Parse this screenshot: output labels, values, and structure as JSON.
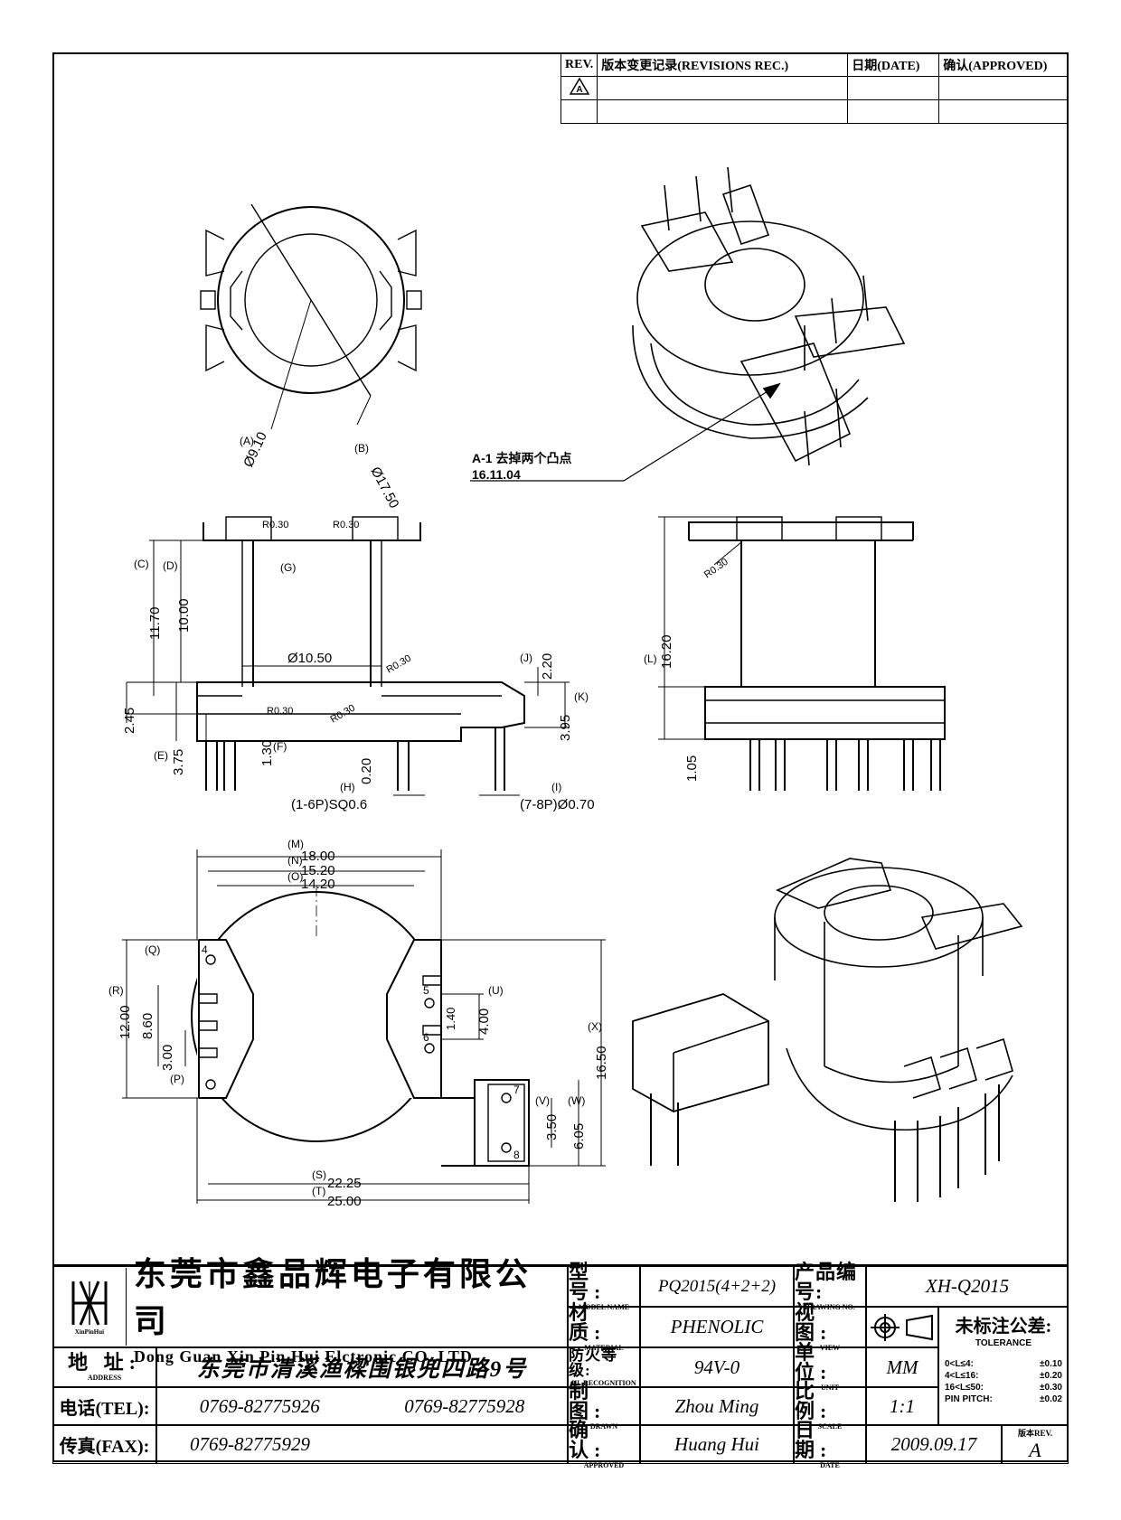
{
  "revisions": {
    "headers": [
      "REV.",
      "版本变更记录(REVISIONS REC.)",
      "日期(DATE)",
      "确认(APPROVED)"
    ],
    "rows": [
      [
        "A",
        "",
        "",
        ""
      ],
      [
        "",
        "",
        "",
        ""
      ]
    ]
  },
  "labels": {
    "dia_A": "(A)",
    "dia_A_val": "Ø9.10",
    "dia_B": "(B)",
    "dia_B_val": "Ø17.50",
    "revision_note_1": "A-1 去掉两个凸点",
    "revision_note_2": "16.11.04",
    "C": "(C)",
    "C_val": "11.70",
    "D": "(D)",
    "D_val": "10.00",
    "G": "(G)",
    "core_dia": "Ø10.50",
    "r030": "R0.30",
    "J": "(J)",
    "J_val": "2.20",
    "K": "(K)",
    "K_val": "3.95",
    "E": "(E)",
    "E_val": "3.75",
    "h245": "2.45",
    "F": "(F)",
    "F_val": "1.30",
    "H": "(H)",
    "H_val": "0.20",
    "pins1": "(1-6P)SQ0.6",
    "I": "(I)",
    "pins2": "(7-8P)Ø0.70",
    "L": "(L)",
    "L_val": "16.20",
    "h105": "1.05",
    "M": "(M)",
    "M_val": "18.00",
    "N": "(N)",
    "N_val": "15.20",
    "O": "(O)",
    "O_val": "14.20",
    "Q": "(Q)",
    "R": "(R)",
    "R_val": "12.00",
    "v860": "8.60",
    "P": "(P)",
    "P_val": "3.00",
    "U": "(U)",
    "U_val": "4.00",
    "v140": "1.40",
    "X": "(X)",
    "X_val": "16.50",
    "V": "(V)",
    "V_val": "3.50",
    "W": "(W)",
    "W_val": "6.05",
    "S": "(S)",
    "S_val": "22.25",
    "T": "(T)",
    "T_val": "25.00",
    "pin4": "4",
    "pin5": "5",
    "pin6": "6",
    "pin7": "7",
    "pin8": "8"
  },
  "titleblock": {
    "logo_text": "XinPinHui",
    "company_zh": "东莞市鑫品辉电子有限公司",
    "company_en": "Dong Guan Xin Pin Hui Elctronic CO.,LTD",
    "address_label_zh": "地 址:",
    "address_label_en": "ADDRESS",
    "address": "东莞市清溪渔樑围银兜四路9号",
    "tel_label": "电话(TEL):",
    "tel1": "0769-82775926",
    "tel2": "0769-82775928",
    "fax_label": "传真(FAX):",
    "fax": "0769-82775929",
    "model_label_zh": "型 号:",
    "model_label_en": "MODEL NAME",
    "model": "PQ2015(4+2+2)",
    "material_label_zh": "材 质:",
    "material_label_en": "MATERIAL",
    "material": "PHENOLIC",
    "flame_label_zh": "防火等级:",
    "flame_label_en": "UL RECOGNITION",
    "flame": "94V-0",
    "drawn_label_zh": "制 图:",
    "drawn_label_en": "DRAWN",
    "drawn": "Zhou Ming",
    "approved_label_zh": "确 认:",
    "approved_label_en": "APPROVED",
    "approved": "Huang Hui",
    "drawing_no_label_zh": "产品编号:",
    "drawing_no_label_en": "DRAWING NO.",
    "drawing_no": "XH-Q2015",
    "view_label_zh": "视 图:",
    "view_label_en": "VIEW",
    "unit_label_zh": "单 位:",
    "unit_label_en": "UNIT",
    "unit": "MM",
    "scale_label_zh": "比 例:",
    "scale_label_en": "SCALE",
    "scale": "1:1",
    "date_label_zh": "日 期:",
    "date_label_en": "DATE",
    "date": "2009.09.17",
    "tol_label_zh": "未标注公差:",
    "tol_label_en": "TOLERANCE",
    "tol_rows": [
      [
        "0<L≤4:",
        "±0.10"
      ],
      [
        "4<L≤16:",
        "±0.20"
      ],
      [
        "16<L≤50:",
        "±0.30"
      ],
      [
        "PIN PITCH:",
        "±0.02"
      ]
    ],
    "rev_label": "版本REV.",
    "rev": "A"
  }
}
